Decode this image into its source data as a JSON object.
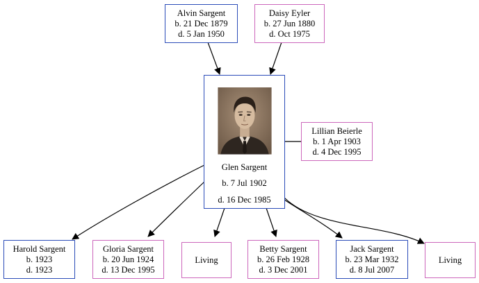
{
  "colors": {
    "male_border": "#2a4bb8",
    "female_border": "#cc66bb",
    "edge": "#000000",
    "photo_bg": "#7a6654"
  },
  "parents": [
    {
      "id": "alvin",
      "name": "Alvin Sargent",
      "birth": "b. 21 Dec 1879",
      "death": "d. 5 Jan 1950",
      "sex": "male"
    },
    {
      "id": "daisy",
      "name": "Daisy Eyler",
      "birth": "b. 27 Jun 1880",
      "death": "d. Oct 1975",
      "sex": "female"
    }
  ],
  "focus": {
    "name": "Glen Sargent",
    "birth": "b. 7 Jul 1902",
    "death": "d. 16 Dec 1985",
    "sex": "male",
    "photo_icon": "portrait-photo"
  },
  "spouse": {
    "name": "Lillian Beierle",
    "birth": "b. 1 Apr 1903",
    "death": "d. 4 Dec 1995",
    "sex": "female"
  },
  "children": [
    {
      "name": "Harold Sargent",
      "birth": "b. 1923",
      "death": "d. 1923",
      "sex": "male"
    },
    {
      "name": "Gloria Sargent",
      "birth": "b. 20 Jun 1924",
      "death": "d. 13 Dec 1995",
      "sex": "female"
    },
    {
      "name": "Living",
      "birth": "",
      "death": "",
      "sex": "female"
    },
    {
      "name": "Betty Sargent",
      "birth": "b. 26 Feb 1928",
      "death": "d. 3 Dec 2001",
      "sex": "female"
    },
    {
      "name": "Jack Sargent",
      "birth": "b. 23 Mar 1932",
      "death": "d. 8 Jul 2007",
      "sex": "male"
    },
    {
      "name": "Living",
      "birth": "",
      "death": "",
      "sex": "female"
    }
  ]
}
